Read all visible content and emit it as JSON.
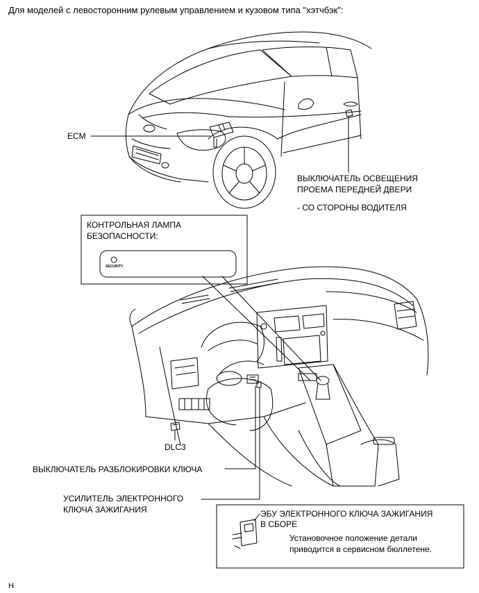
{
  "header": {
    "title": "Для моделей с левосторонним рулевым управлением и кузовом типа \"хэтчбэк\":"
  },
  "labels": {
    "ecm": "ECM",
    "door_switch_line1": "ВЫКЛЮЧАТЕЛЬ ОСВЕЩЕНИЯ",
    "door_switch_line2": "ПРОЕМА ПЕРЕДНЕЙ ДВЕРИ",
    "door_switch_side": "- СО СТОРОНЫ ВОДИТЕЛЯ",
    "security_lamp_line1": "КОНТРОЛЬНАЯ ЛАМПА",
    "security_lamp_line2": "БЕЗОПАСНОСТИ:",
    "security_indicator_text": "SECURITY",
    "dlc3": "DLC3",
    "key_unlock_switch": "ВЫКЛЮЧАТЕЛЬ РАЗБЛОКИРОВКИ КЛЮЧА",
    "amplifier_line1": "УСИЛИТЕЛЬ ЭЛЕКТРОННОГО",
    "amplifier_line2": "КЛЮЧА ЗАЖИГАНИЯ",
    "ecu_line1": "ЭБУ ЭЛЕКТРОННОГО КЛЮЧА ЗАЖИГАНИЯ",
    "ecu_line2": "В СБОРЕ",
    "ecu_note_line1": "Установочное положение детали",
    "ecu_note_line2": "приводится в сервисном бюллетене."
  },
  "footer": {
    "code": "H"
  }
}
